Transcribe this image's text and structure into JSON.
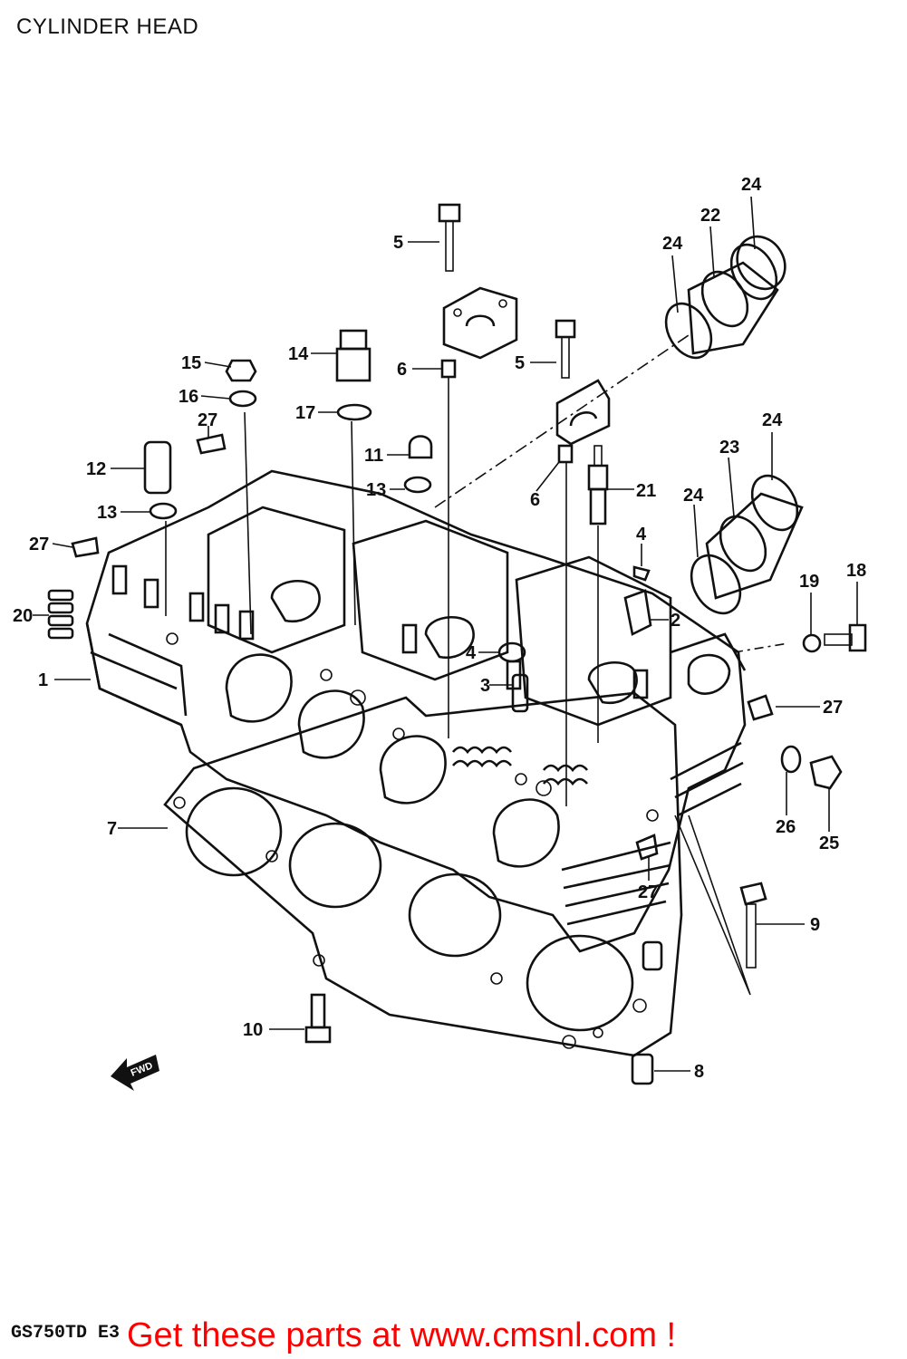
{
  "title": "CYLINDER HEAD",
  "model_code": "GS750TD E3",
  "promo_text": "Get these parts at www.cmsnl.com !",
  "colors": {
    "promo": "#ff0000",
    "line": "#111111"
  },
  "fwd_arrow_label": "FWD",
  "callouts": [
    {
      "id": "c24a",
      "label": "24"
    },
    {
      "id": "c22",
      "label": "22"
    },
    {
      "id": "c24b",
      "label": "24"
    },
    {
      "id": "c5a",
      "label": "5"
    },
    {
      "id": "c14",
      "label": "14"
    },
    {
      "id": "c15",
      "label": "15"
    },
    {
      "id": "c6a",
      "label": "6"
    },
    {
      "id": "c5b",
      "label": "5"
    },
    {
      "id": "c16",
      "label": "16"
    },
    {
      "id": "c17",
      "label": "17"
    },
    {
      "id": "c27a",
      "label": "27"
    },
    {
      "id": "c24c",
      "label": "24"
    },
    {
      "id": "c11",
      "label": "11"
    },
    {
      "id": "c23",
      "label": "23"
    },
    {
      "id": "c12",
      "label": "12"
    },
    {
      "id": "c13a",
      "label": "13"
    },
    {
      "id": "c6b",
      "label": "6"
    },
    {
      "id": "c21",
      "label": "21"
    },
    {
      "id": "c24d",
      "label": "24"
    },
    {
      "id": "c13b",
      "label": "13"
    },
    {
      "id": "c4a",
      "label": "4"
    },
    {
      "id": "c27b",
      "label": "27"
    },
    {
      "id": "c19",
      "label": "19"
    },
    {
      "id": "c18",
      "label": "18"
    },
    {
      "id": "c20",
      "label": "20"
    },
    {
      "id": "c2",
      "label": "2"
    },
    {
      "id": "c1",
      "label": "1"
    },
    {
      "id": "c4b",
      "label": "4"
    },
    {
      "id": "c3",
      "label": "3"
    },
    {
      "id": "c27c",
      "label": "27"
    },
    {
      "id": "c7",
      "label": "7"
    },
    {
      "id": "c26",
      "label": "26"
    },
    {
      "id": "c25",
      "label": "25"
    },
    {
      "id": "c27d",
      "label": "27"
    },
    {
      "id": "c9",
      "label": "9"
    },
    {
      "id": "c10",
      "label": "10"
    },
    {
      "id": "c8",
      "label": "8"
    }
  ]
}
